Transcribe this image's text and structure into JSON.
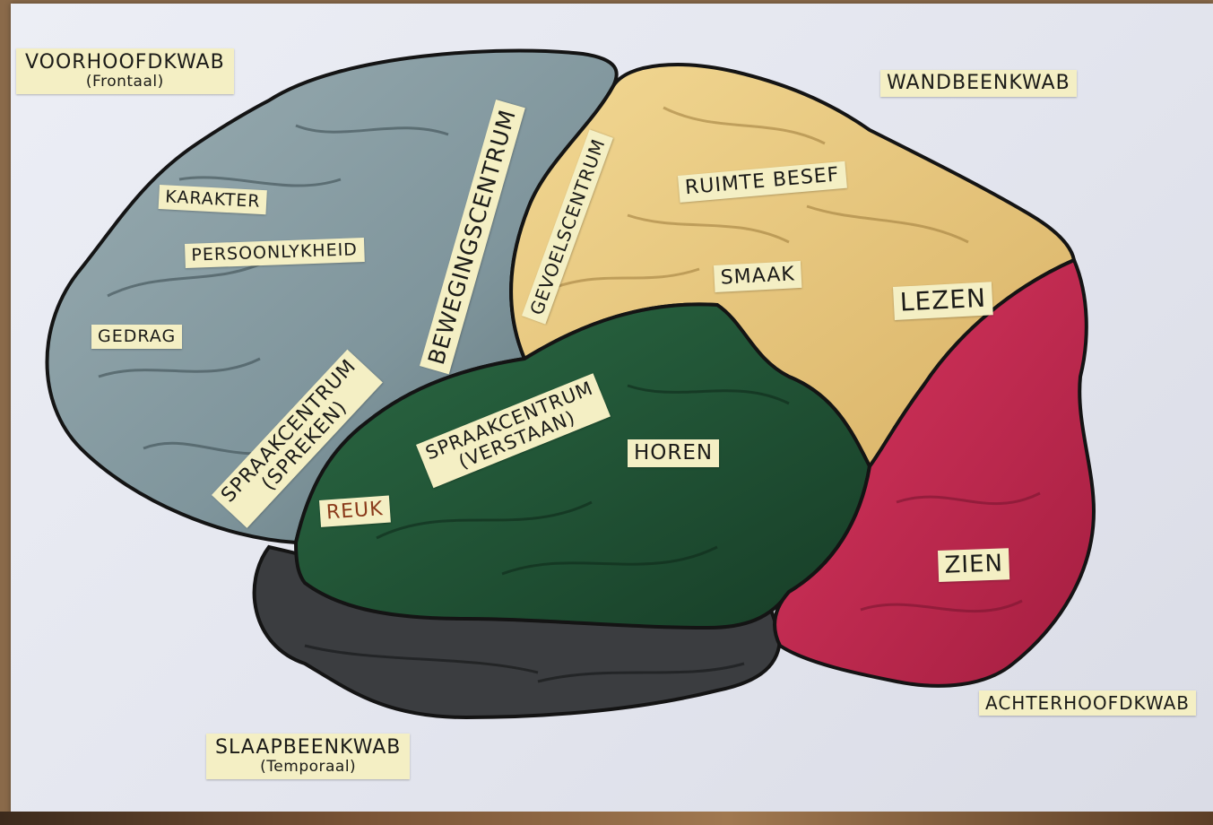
{
  "lobes": {
    "frontal": {
      "name": "VOORHOOFDKWAB",
      "latin": "(Frontaal)"
    },
    "parietal": {
      "name": "WANDBEENKWAB"
    },
    "temporal": {
      "name": "SLAAPBEENKWAB",
      "latin": "(Temporaal)"
    },
    "occipital": {
      "name": "ACHTERHOOFDKWAB"
    }
  },
  "areas": {
    "karakter": "KARAKTER",
    "persoonlijkheid": "PERSOONLYKHEID",
    "gedrag": "GEDRAG",
    "bewegingscentrum": "BEWEGINGSCENTRUM",
    "gevoelscentrum": "GEVOELSCENTRUM",
    "ruimte_besef": "RUIMTE BESEF",
    "smaak": "SMAAK",
    "lezen": "LEZEN",
    "spraakcentrum_spreken": {
      "line1": "SPRAAKCENTRUM",
      "line2": "(SPREKEN)"
    },
    "spraakcentrum_verstaan": {
      "line1": "SPRAAKCENTRUM",
      "line2": "(VERSTAAN)"
    },
    "horen": "HOREN",
    "reuk": "REUK",
    "zien": "ZIEN"
  },
  "colors": {
    "frontal": "#7f959c",
    "parietal": "#e8c77a",
    "temporal": "#1f4f33",
    "occipital": "#c0284f",
    "cerebellum": "#3b3d40",
    "note": "#f4efc4",
    "board": "#e6e8f0"
  }
}
